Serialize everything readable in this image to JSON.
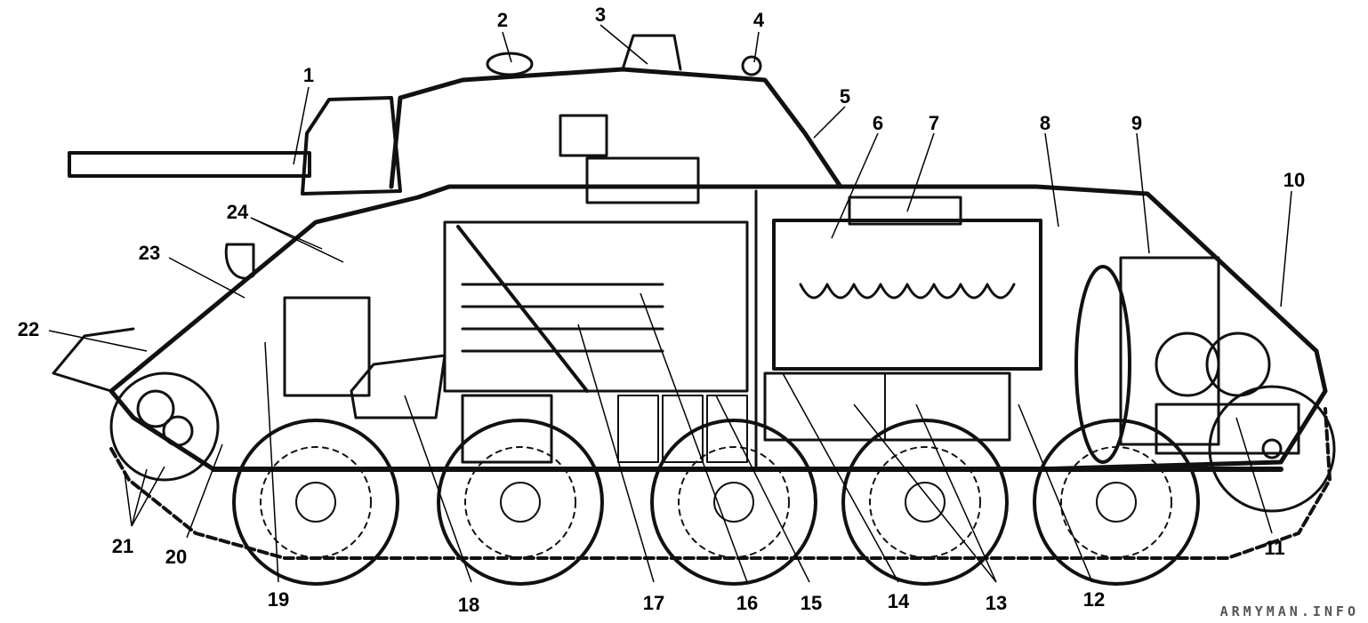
{
  "diagram": {
    "callouts": [
      "1",
      "2",
      "3",
      "4",
      "5",
      "6",
      "7",
      "8",
      "9",
      "10",
      "11",
      "12",
      "13",
      "14",
      "15",
      "16",
      "17",
      "18",
      "19",
      "20",
      "21",
      "22",
      "23",
      "24"
    ]
  },
  "watermark": "ARMYMAN.INFO"
}
